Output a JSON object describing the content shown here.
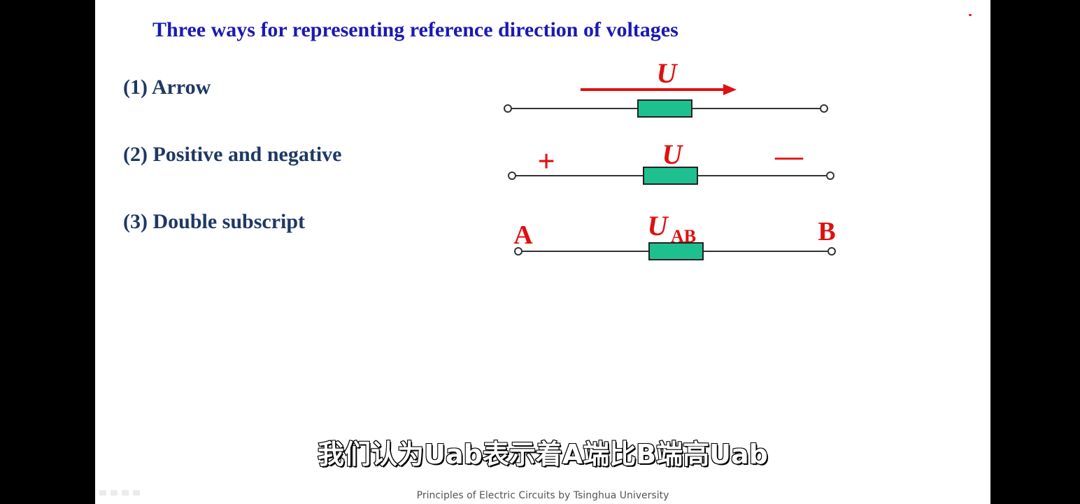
{
  "slide": {
    "title": "Three ways for representing reference direction of voltages",
    "items": [
      {
        "label": "(1)  Arrow"
      },
      {
        "label": "(2)  Positive and negative"
      },
      {
        "label": "(3) Double subscript"
      }
    ],
    "diagrams": {
      "arrow": {
        "voltage_label": "U"
      },
      "polarity": {
        "plus": "+",
        "minus": "—",
        "voltage_label": "U"
      },
      "subscript": {
        "node_a": "A",
        "node_b": "B",
        "voltage_main": "U",
        "voltage_sub": "AB"
      }
    },
    "colors": {
      "title": "#1a1ab4",
      "items": "#1f3864",
      "accent_red": "#e01010",
      "resistor_fill": "#1fc08f"
    }
  },
  "subtitle": "我们认为Uab表示着A端比B端高Uab",
  "footer": "Principles of Electric Circuits by Tsinghua University"
}
